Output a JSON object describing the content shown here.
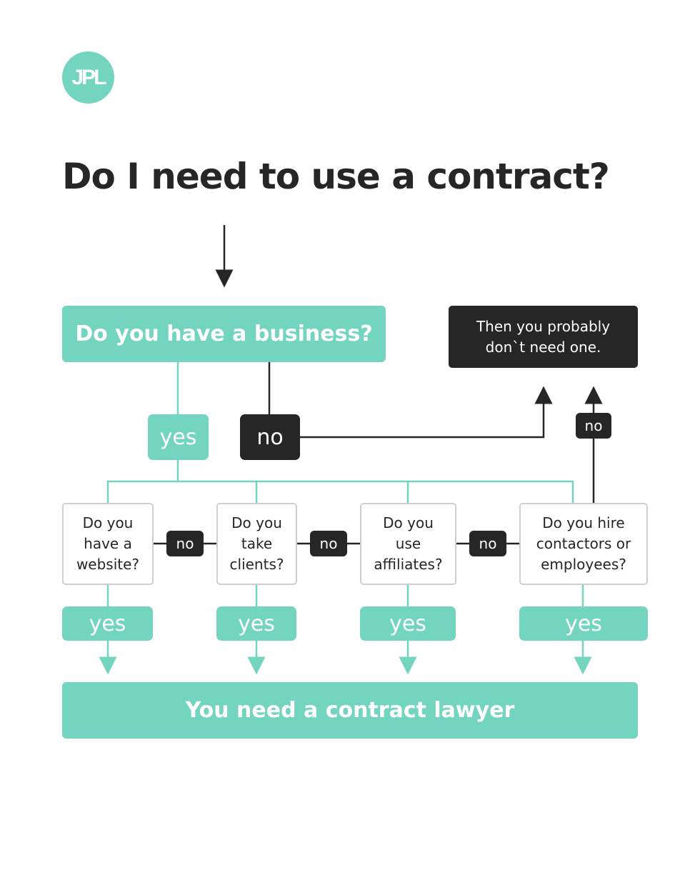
{
  "logo": {
    "text": "JPL",
    "color": "#73d4bf"
  },
  "title": "Do I need to use a contract?",
  "colors": {
    "teal": "#73d4bf",
    "dark": "#262626",
    "box_border": "#cfcfcf"
  },
  "nodes": {
    "business_q": "Do you have a business?",
    "no_need": "Then you probably\ndon`t need one.",
    "website_q": "Do you\nhave a\nwebsite?",
    "clients_q": "Do you\ntake\nclients?",
    "affiliates_q": "Do you\nuse\naffiliates?",
    "hire_q": "Do you hire\ncontactors or\nemployees?",
    "result": "You need a contract lawyer"
  },
  "labels": {
    "yes": "yes",
    "no": "no"
  }
}
